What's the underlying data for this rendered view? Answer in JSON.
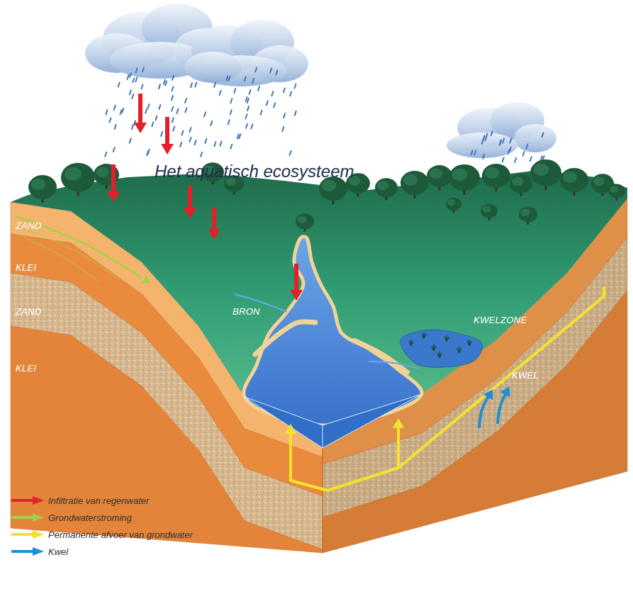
{
  "diagram": {
    "title": "Het aquatisch ecosysteem",
    "labels": [
      "ZAND",
      "KLEI",
      "ZAND",
      "KLEI",
      "BRON",
      "KWELZONE",
      "KWEL"
    ],
    "legend": [
      {
        "text": "Infiltratie van regenwater",
        "color": "#e3202a"
      },
      {
        "text": "Grondwaterstroming",
        "color": "#a8cf45"
      },
      {
        "text": "Permanente afvoer van grondwater",
        "color": "#f5e22e"
      },
      {
        "text": "Kwel",
        "color": "#1c8fd8"
      }
    ]
  }
}
